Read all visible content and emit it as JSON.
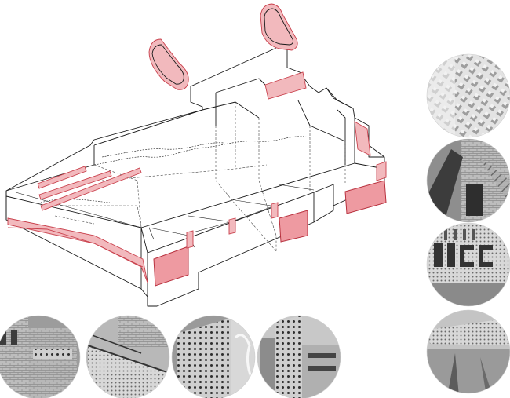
{
  "colors": {
    "accent_pink": "#f2b9bd",
    "accent_red": "#c9404c",
    "line": "#1a1a1a",
    "photo_gray_dark": "#6b6b6b",
    "photo_gray_light": "#d7d7d7"
  },
  "photos": [
    {
      "name": "photo-brick-relief",
      "texture": "relief"
    },
    {
      "name": "photo-brick-corner-shadow",
      "texture": "shadow"
    },
    {
      "name": "photo-letters-facade",
      "texture": "letters"
    },
    {
      "name": "photo-perforated-canopy",
      "texture": "canopy"
    },
    {
      "name": "photo-perforated-wall-tree",
      "texture": "perforated"
    },
    {
      "name": "photo-perforated-tower",
      "texture": "dots"
    },
    {
      "name": "photo-perforated-stair",
      "texture": "stair"
    },
    {
      "name": "photo-brick-volume-pattern",
      "texture": "brick"
    }
  ]
}
